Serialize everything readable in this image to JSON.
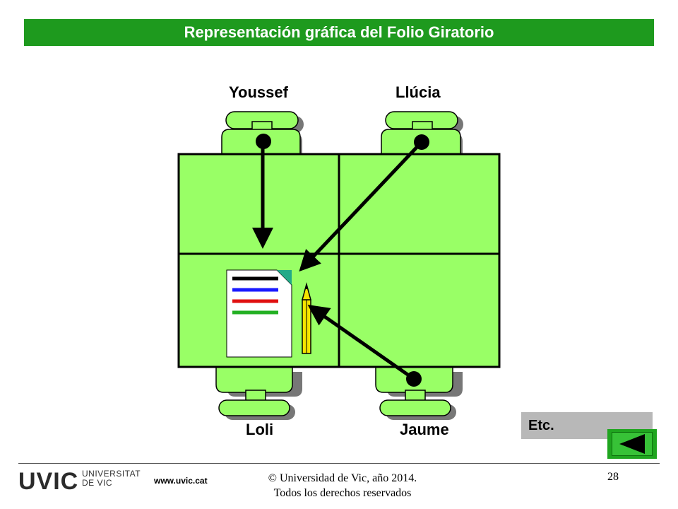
{
  "title": "Representación gráfica del Folio Giratorio",
  "participants": {
    "top_left": "Youssef",
    "top_right": "Llúcia",
    "bottom_left": "Loli",
    "bottom_right": "Jaume"
  },
  "etc_label": "Etc.",
  "footer": {
    "logo_text": "UVIC",
    "logo_line1": "UNIVERSITAT",
    "logo_line2": "DE VIC",
    "url": "www.uvic.cat",
    "copyright_line1": "© Universidad de Vic, año 2014.",
    "copyright_line2": "Todos los derechos reservados",
    "page_number": "28"
  },
  "colors": {
    "title_bar": "#1e9a1e",
    "table_fill": "#99ff66",
    "chair_fill": "#99ff66",
    "line_black": "#000000",
    "line_blue": "#1a1aff",
    "line_red": "#e01010",
    "line_green": "#22b022",
    "pencil_yellow": "#f5e400"
  }
}
